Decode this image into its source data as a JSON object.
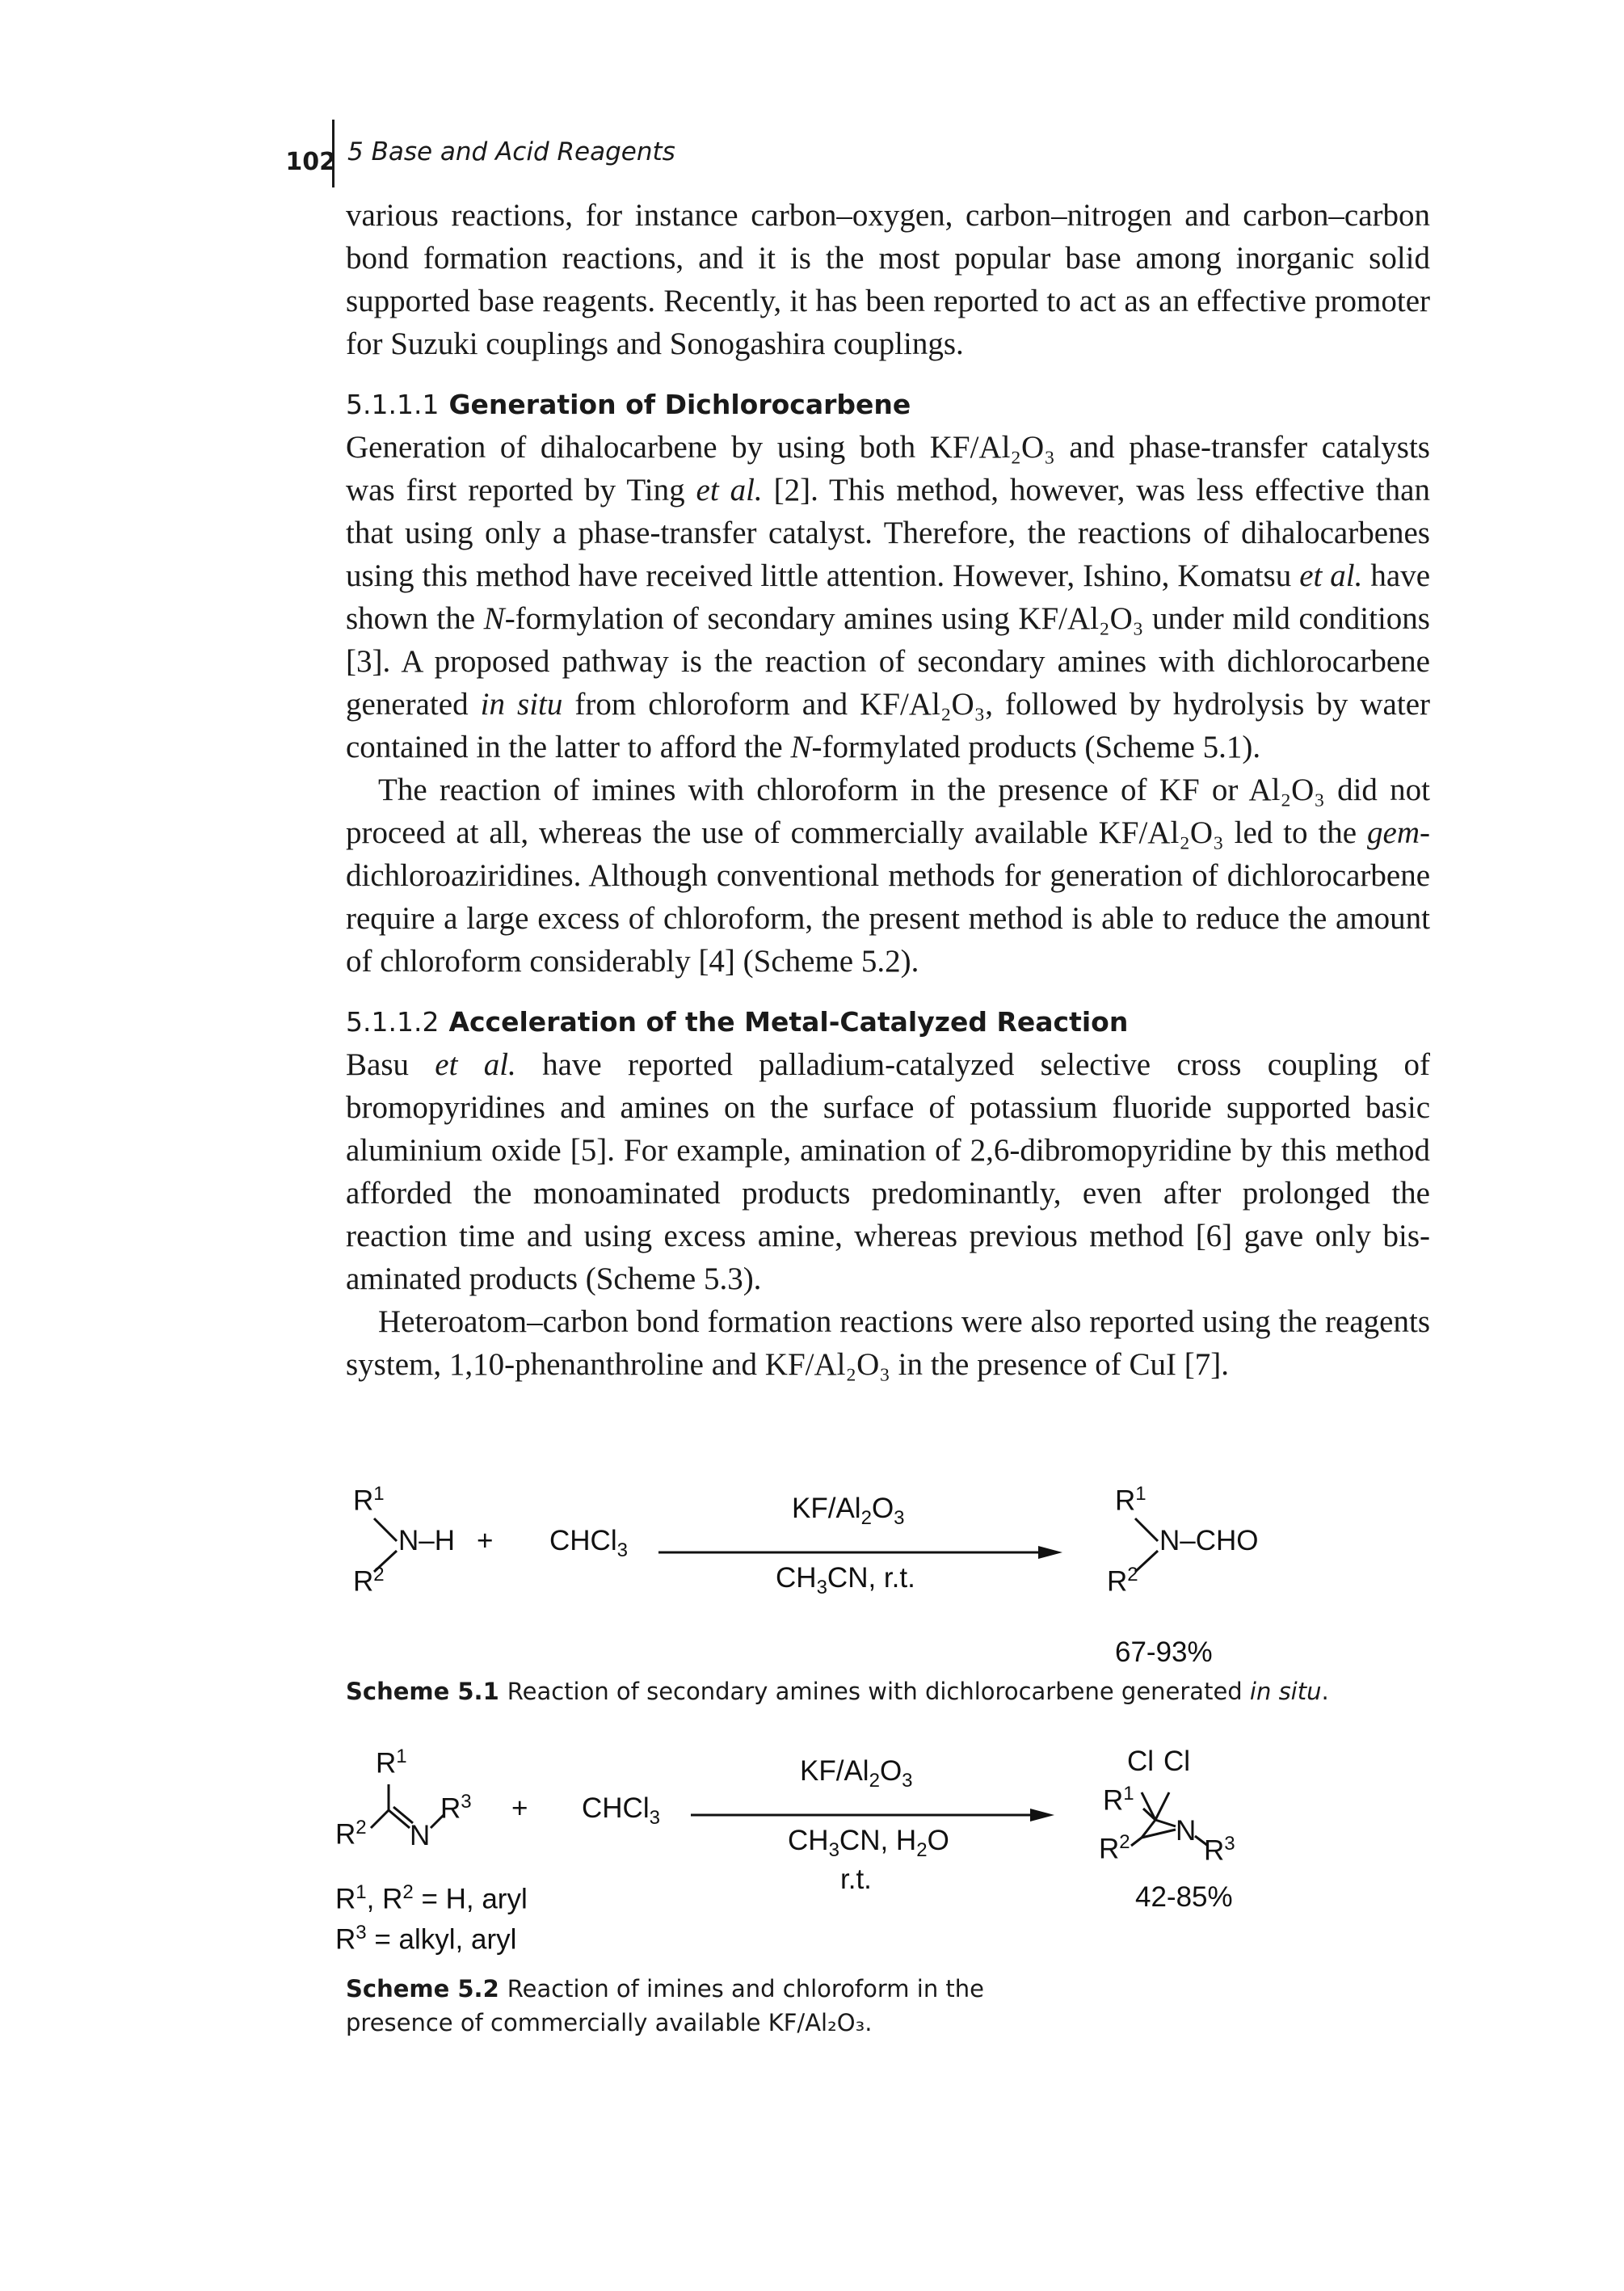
{
  "header": {
    "page_number": "102",
    "chapter": "5 Base and Acid Reagents"
  },
  "paragraphs": {
    "intro": "various reactions, for instance carbon–oxygen, carbon–nitrogen and carbon–carbon bond formation reactions, and it is the most popular base among inorganic solid supported base reagents. Recently, it has been reported to act as an effective promoter for Suzuki couplings and Sonogashira couplings.",
    "s1_p1_a": "Generation of dihalocarbene by using both KF/Al",
    "s1_p1_b": "O",
    "s1_p1_c": " and phase-transfer catalysts was first reported by Ting ",
    "s1_p1_d": "et al.",
    "s1_p1_e": " [2]. This method, however, was less effective than that using only a phase-transfer catalyst. Therefore, the reactions of dihalocarbenes using this method have received little attention. However, Ishino, Komatsu ",
    "s1_p1_f": "et al.",
    "s1_p1_g": " have shown the ",
    "s1_p1_h": "N",
    "s1_p1_i": "-formylation of secondary amines using KF/Al",
    "s1_p1_j": "O",
    "s1_p1_k": " under mild conditions [3]. A proposed pathway is the reaction of secondary amines with dichlorocarbene generated ",
    "s1_p1_l": "in situ",
    "s1_p1_m": " from chloroform and KF/Al",
    "s1_p1_n": "O",
    "s1_p1_o": ", followed by hydrolysis by water contained in the latter to afford the ",
    "s1_p1_p": "N",
    "s1_p1_q": "-formylated products (Scheme 5.1).",
    "s1_p2_a": "The reaction of imines with chloroform in the presence of KF or Al",
    "s1_p2_b": "O",
    "s1_p2_c": " did not proceed at all, whereas the use of commercially available KF/Al",
    "s1_p2_d": "O",
    "s1_p2_e": " led to the ",
    "s1_p2_f": "gem",
    "s1_p2_g": "-dichloroaziridines. Although conventional methods for generation of dichlorocarbene require a large excess of chloroform, the present method is able to reduce the amount of chloroform considerably [4] (Scheme 5.2).",
    "s2_p1_a": "Basu ",
    "s2_p1_b": "et al.",
    "s2_p1_c": " have reported palladium-catalyzed selective cross coupling of bromopyridines and amines on the surface of potassium fluoride supported basic aluminium oxide [5]. For example, amination of 2,6-dibromopyridine by this method afforded the monoaminated products predominantly, even after prolonged the reaction time and using excess amine, whereas previous method [6] gave only bis-aminated products (Scheme 5.3).",
    "s2_p2_a": "Heteroatom–carbon bond formation reactions were also reported using the reagents system, 1,10-phenanthroline and KF/Al",
    "s2_p2_b": "O",
    "s2_p2_c": " in the presence of CuI [7]."
  },
  "sections": [
    {
      "number": "5.1.1.1",
      "title": "Generation of Dichlorocarbene"
    },
    {
      "number": "5.1.1.2",
      "title": "Acceleration of the Metal-Catalyzed Reaction"
    }
  ],
  "scheme1": {
    "r1": "R",
    "r2": "R",
    "nh": "N–H",
    "plus": "+",
    "chcl": "CHCl",
    "reagent_top": "KF/Al",
    "reagent_top_o": "O",
    "reagent_bottom_a": "CH",
    "reagent_bottom_b": "CN, r.t.",
    "product_n": "N–CHO",
    "yield": "67-93%",
    "caption_label": "Scheme 5.1",
    "caption_text": "Reaction of secondary amines with dichlorocarbene generated ",
    "caption_italic": "in situ",
    "caption_end": "."
  },
  "scheme2": {
    "plus": "+",
    "chcl": "CHCl",
    "reagent_top": "KF/Al",
    "reagent_top_o": "O",
    "reagent_mid_a": "CH",
    "reagent_mid_b": "CN, H",
    "reagent_mid_c": "O",
    "reagent_bottom": "r.t.",
    "cond1_a": "R",
    "cond1_b": ", R",
    "cond1_c": " = H, aryl",
    "cond2_a": "R",
    "cond2_b": " = alkyl, aryl",
    "cl": "Cl",
    "n": "N",
    "yield": "42-85%",
    "caption_label": "Scheme 5.2",
    "caption_line1": "Reaction of imines and chloroform in the",
    "caption_line2_a": "presence of commercially available KF/Al",
    "caption_line2_b": "O",
    "caption_line2_c": "."
  }
}
